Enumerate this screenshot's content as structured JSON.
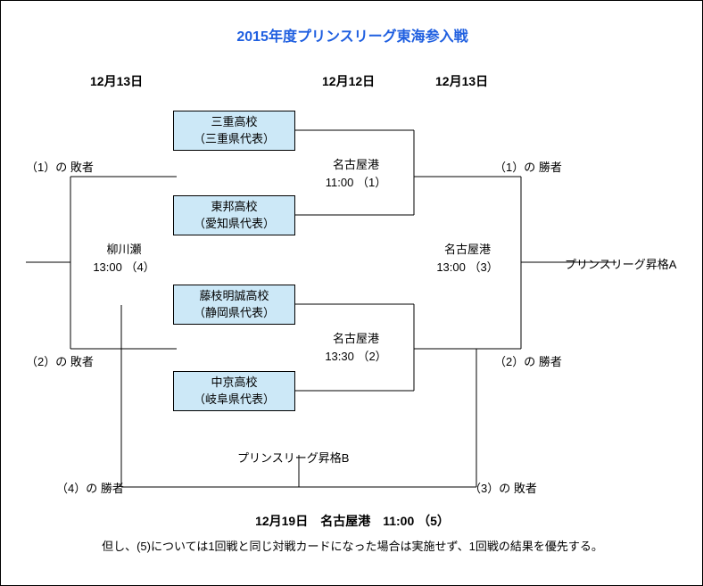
{
  "title": "2015年度プリンスリーグ東海参入戦",
  "accent_color": "#1F5FE0",
  "box_fill_color": "#CCE8F7",
  "date_headers": [
    {
      "label": "12月13日"
    },
    {
      "label": "12月12日"
    },
    {
      "label": "12月13日"
    }
  ],
  "teams": [
    {
      "name": "三重高校",
      "rep": "（三重県代表）"
    },
    {
      "name": "東邦高校",
      "rep": "（愛知県代表）"
    },
    {
      "name": "藤枝明誠高校",
      "rep": "（静岡県代表）"
    },
    {
      "name": "中京高校",
      "rep": "（岐阜県代表）"
    }
  ],
  "matches": [
    {
      "number": "(1)",
      "venue": "名古屋港",
      "time": "11:00",
      "time_label": "11:00 （1）"
    },
    {
      "number": "(2)",
      "venue": "名古屋港",
      "time": "13:30",
      "time_label": "13:30 （2）"
    },
    {
      "number": "(3)",
      "venue": "名古屋港",
      "time": "13:00",
      "time_label": "13:00 （3）"
    },
    {
      "number": "(4)",
      "venue": "柳川瀬",
      "time": "13:00",
      "time_label": "13:00 （4）"
    }
  ],
  "side_labels": {
    "loser_1": "（1）の 敗者",
    "loser_2": "（2）の 敗者",
    "winner_1": "（1）の 勝者",
    "winner_2": "（2）の 勝者",
    "winner_4": "（4）の 勝者",
    "loser_3": "（3）の 敗者"
  },
  "promotions": {
    "a": "プリンスリーグ昇格A",
    "b": "プリンスリーグ昇格B"
  },
  "footer": {
    "final_match": "12月19日　名古屋港　11:00 （5）",
    "note": "但し、(5)については1回戦と同じ対戦カードになった場合は実施せず、1回戦の結果を優先する。"
  }
}
